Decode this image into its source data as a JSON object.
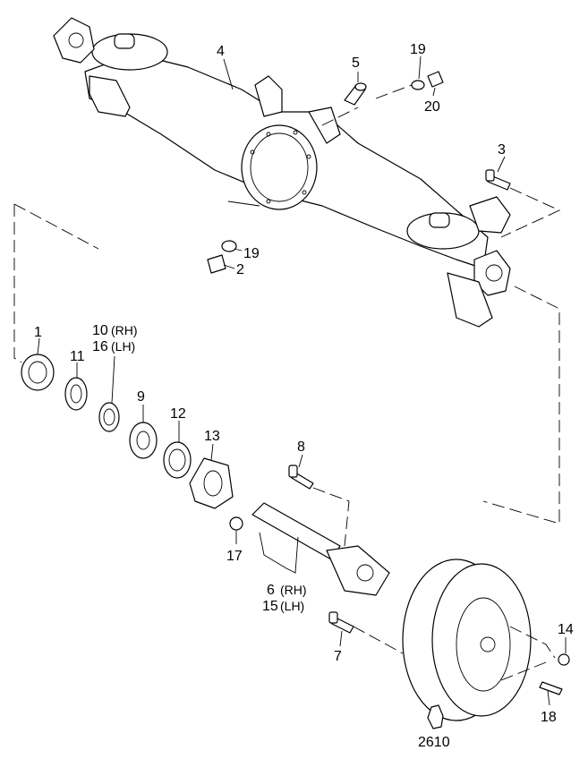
{
  "diagram": {
    "figure_code": "2610",
    "parts": [
      {
        "id": "p1",
        "number": "1"
      },
      {
        "id": "p2",
        "number": "2"
      },
      {
        "id": "p3",
        "number": "3"
      },
      {
        "id": "p4",
        "number": "4"
      },
      {
        "id": "p5",
        "number": "5"
      },
      {
        "id": "p6",
        "number": "6",
        "side": "(RH)"
      },
      {
        "id": "p7",
        "number": "7"
      },
      {
        "id": "p8",
        "number": "8"
      },
      {
        "id": "p9",
        "number": "9"
      },
      {
        "id": "p10",
        "number": "10",
        "side": "(RH)"
      },
      {
        "id": "p11",
        "number": "11"
      },
      {
        "id": "p12",
        "number": "12"
      },
      {
        "id": "p13",
        "number": "13"
      },
      {
        "id": "p14",
        "number": "14"
      },
      {
        "id": "p15",
        "number": "15",
        "side": "(LH)"
      },
      {
        "id": "p16",
        "number": "16",
        "side": "(LH)"
      },
      {
        "id": "p17",
        "number": "17"
      },
      {
        "id": "p18",
        "number": "18"
      },
      {
        "id": "p19a",
        "number": "19"
      },
      {
        "id": "p19b",
        "number": "19"
      },
      {
        "id": "p20",
        "number": "20"
      }
    ]
  }
}
